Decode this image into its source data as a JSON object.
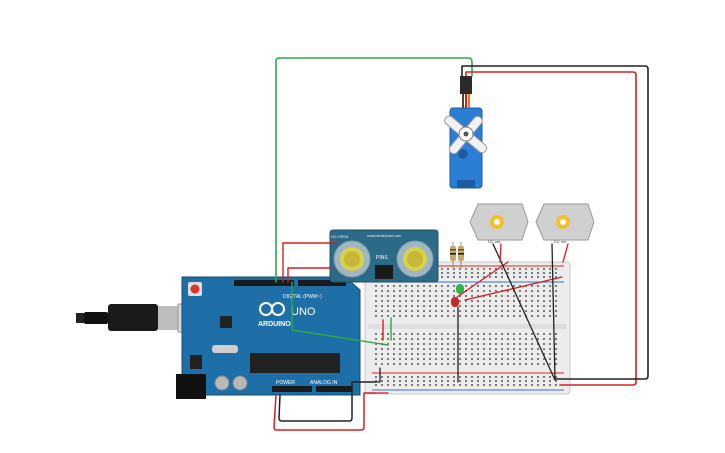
{
  "colors": {
    "background": "#ffffff",
    "arduino_board": "#1e6fa8",
    "sensor_board": "#2c6b88",
    "servo_body": "#2a7fd4",
    "breadboard": "#eeeeee",
    "rail_red": "#d62728",
    "rail_blue": "#3b6fd1",
    "wire_green": "#2ea84a",
    "wire_red": "#d62020",
    "wire_black": "#222222",
    "wire_orange": "#e8791c",
    "motor_body": "#cfcfcf",
    "motor_center": "#f2c12e"
  },
  "arduino": {
    "brand": "ARDUINO",
    "model": "UNO",
    "digital_label": "DIGITAL (PWM~)",
    "power_label": "POWER",
    "analog_label": "ANALOG IN"
  },
  "sensor": {
    "site_text": "www.tinkercad.com",
    "pins_label": "PINS",
    "left_text": "HC-SR04"
  },
  "motors": [
    {
      "label": "DC mtr"
    },
    {
      "label": "DC mtr"
    }
  ],
  "components": [
    {
      "name": "arduino-uno"
    },
    {
      "name": "ultrasonic-sensor"
    },
    {
      "name": "servo-motor"
    },
    {
      "name": "dc-motor-1"
    },
    {
      "name": "dc-motor-2"
    },
    {
      "name": "breadboard"
    },
    {
      "name": "green-led"
    },
    {
      "name": "red-led"
    },
    {
      "name": "resistor-1"
    },
    {
      "name": "resistor-2"
    },
    {
      "name": "usb-cable"
    }
  ]
}
